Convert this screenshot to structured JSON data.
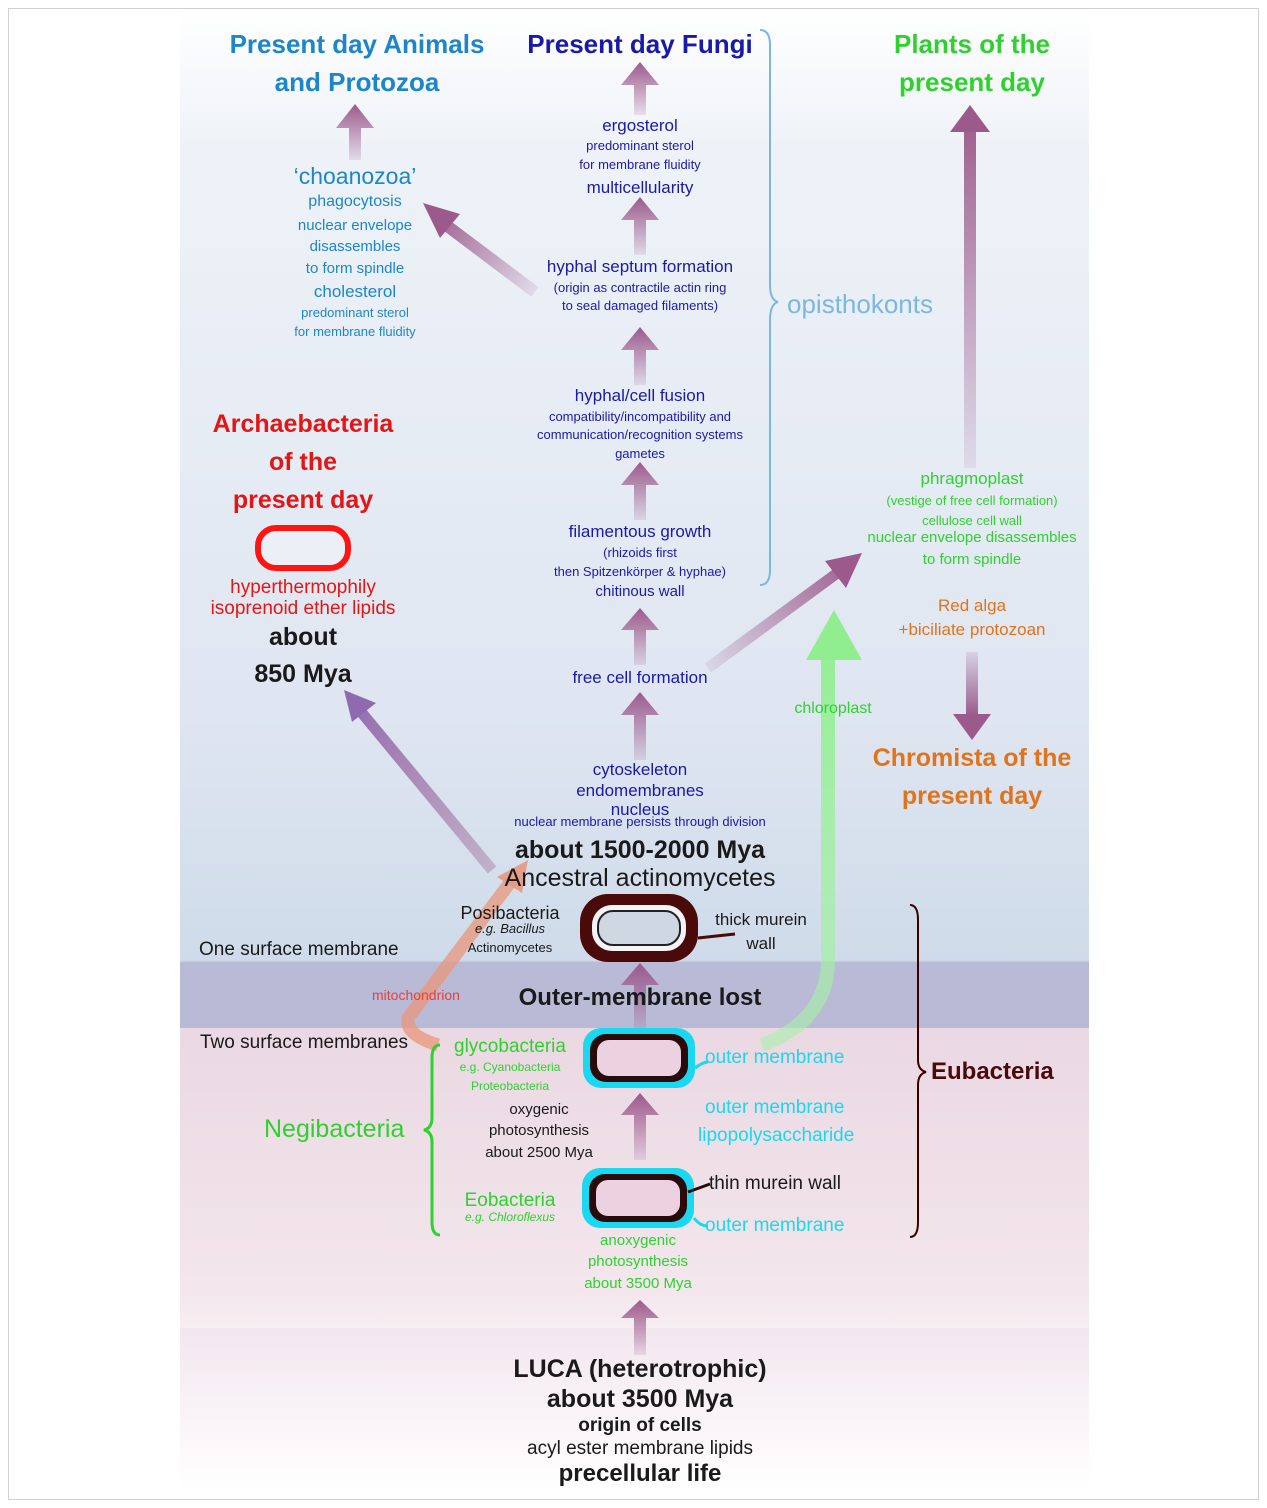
{
  "headings": {
    "animals_line1": "Present day Animals",
    "animals_line2": "and Protozoa",
    "fungi": "Present day Fungi",
    "plants_line1": "Plants of the",
    "plants_line2": "present day",
    "archae_line1": "Archaebacteria",
    "archae_line2": "of the",
    "archae_line3": "present day",
    "chromista_line1": "Chromista of the",
    "chromista_line2": "present day"
  },
  "fungi_steps": {
    "ergosterol": "ergosterol",
    "ergo_sub1": "predominant sterol",
    "ergo_sub2": "for membrane fluidity",
    "multicellularity": "multicellularity",
    "septum": "hyphal septum formation",
    "septum_sub1": "(origin as contractile actin ring",
    "septum_sub2": "to seal damaged filaments)",
    "fusion": "hyphal/cell fusion",
    "fusion_sub1": "compatibility/incompatibility and",
    "fusion_sub2": "communication/recognition systems",
    "fusion_sub3": "gametes",
    "filamentous": "filamentous growth",
    "fil_sub1": "(rhizoids first",
    "fil_sub2": "then Spitzenkörper & hyphae)",
    "chitinous": "chitinous wall",
    "free_cell": "free cell formation",
    "cyto1": "cytoskeleton",
    "cyto2": "endomembranes",
    "cyto3": "nucleus",
    "cyto_sub": "nuclear membrane persists through division"
  },
  "choanozoa": {
    "title": "‘choanozoa’",
    "l1": "phagocytosis",
    "l2": "nuclear envelope",
    "l3": "disassembles",
    "l4": "to form spindle",
    "l5": "cholesterol",
    "l6": "predominant sterol",
    "l7": "for membrane fluidity"
  },
  "opisthokonts": "opisthokonts",
  "plants_info": {
    "l1": "phragmoplast",
    "l2": "(vestige of free cell formation)",
    "l3": "cellulose cell wall",
    "l4": "nuclear envelope disassembles",
    "l5": "to form spindle",
    "red1": "Red alga",
    "red2": "+biciliate protozoan",
    "chloroplast": "chloroplast"
  },
  "archae_info": {
    "l1": "hyperthermophily",
    "l2": "isoprenoid ether lipids",
    "about": "about",
    "mya": "850 Mya"
  },
  "ancestral": {
    "l1": "about 1500-2000 Mya",
    "l2": "Ancestral actinomycetes"
  },
  "posibacteria": {
    "title": "Posibacteria",
    "eg": "e.g. Bacillus",
    "l2": "Actinomycetes",
    "wall1": "thick murein",
    "wall2": "wall"
  },
  "membranes": {
    "one": "One surface membrane",
    "two": "Two surface membranes",
    "lost": "Outer-membrane lost",
    "mitochondrion": "mitochondrion"
  },
  "glyco": {
    "title": "glycobacteria",
    "eg1": "e.g. Cyanobacteria",
    "eg2": "Proteobacteria",
    "p1": "oxygenic",
    "p2": "photosynthesis",
    "p3": "about 2500 Mya",
    "om": "outer membrane",
    "om2": "outer membrane",
    "lps": "lipopolysaccharide"
  },
  "nega": "Negibacteria",
  "eoba": {
    "title": "Eobacteria",
    "eg": "e.g. Chloroflexus",
    "thin": "thin murein wall",
    "om": "outer membrane",
    "p1": "anoxygenic",
    "p2": "photosynthesis",
    "p3": "about 3500 Mya"
  },
  "eubacteria": "Eubacteria",
  "luca": {
    "l1": "LUCA (heterotrophic)",
    "l2": "about 3500 Mya",
    "l3": "origin of cells",
    "l4": "acyl ester membrane lipids",
    "l5": "precellular life"
  },
  "colors": {
    "fungi": "#1a1aa8",
    "animals": "#1d86c8",
    "plants": "#2fd12f",
    "chromista": "#e0741c",
    "archaea": "#e31616",
    "cyan": "#19d8ef",
    "arrow": "#9c5a8c"
  }
}
